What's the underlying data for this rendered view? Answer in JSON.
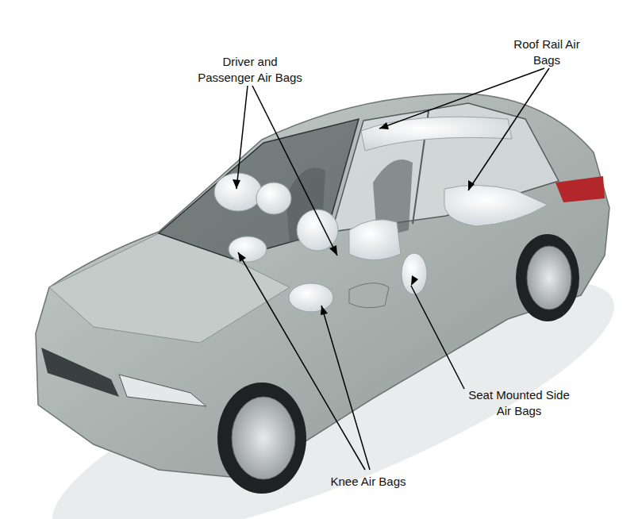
{
  "diagram": {
    "labels": [
      "Driver and Passenger Air Bags",
      "Roof Rail Air Bags",
      "Seat Mounted Side Air Bags",
      "Knee Air Bags"
    ]
  }
}
